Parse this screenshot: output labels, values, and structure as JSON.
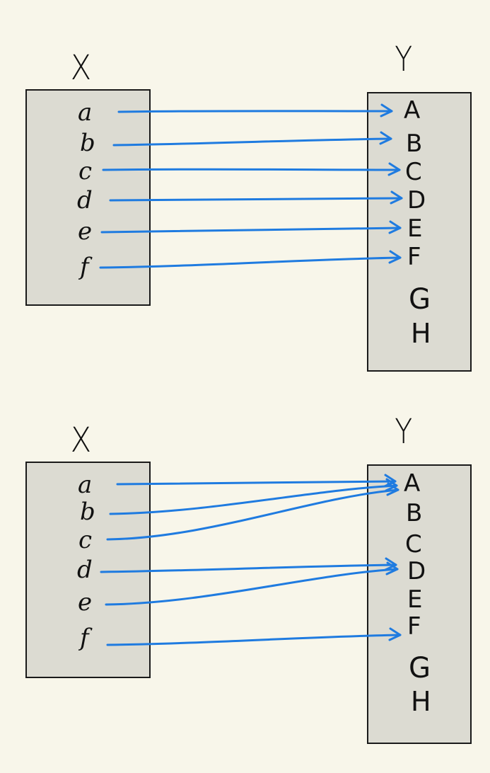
{
  "diagrams": [
    {
      "domain_title": "X",
      "codomain_title": "Y",
      "domain": [
        "a",
        "b",
        "c",
        "d",
        "e",
        "f"
      ],
      "codomain": [
        "A",
        "B",
        "C",
        "D",
        "E",
        "F",
        "G",
        "H"
      ],
      "mapping": {
        "a": "A",
        "b": "B",
        "c": "C",
        "d": "D",
        "e": "E",
        "f": "F"
      }
    },
    {
      "domain_title": "X",
      "codomain_title": "Y",
      "domain": [
        "a",
        "b",
        "c",
        "d",
        "e",
        "f"
      ],
      "codomain": [
        "A",
        "B",
        "C",
        "D",
        "E",
        "F",
        "G",
        "H"
      ],
      "mapping": {
        "a": "A",
        "b": "A",
        "c": "A",
        "d": "D",
        "e": "D",
        "f": "F"
      }
    }
  ],
  "colors": {
    "background": "#F8F6EA",
    "box_fill": "#DCDBD2",
    "arrow": "#1F7BE0"
  }
}
